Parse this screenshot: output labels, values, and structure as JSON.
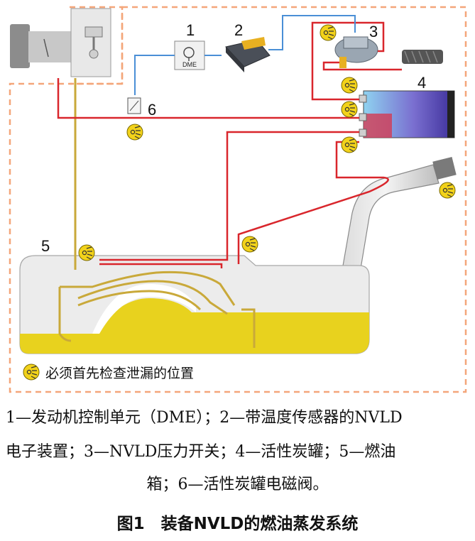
{
  "labels": {
    "n1": "1",
    "n2": "2",
    "n3": "3",
    "n4": "4",
    "n5": "5",
    "n6": "6",
    "dme": "DME"
  },
  "legend": {
    "text": "必须首先检查泄漏的位置"
  },
  "caption": {
    "line1": "1—发动机控制单元（DME）；2—带温度传感器的NVLD",
    "line2": "电子装置；3—NVLD压力开关；4—活性炭罐；5—燃油",
    "line3": "箱；6—活性炭罐电磁阀。"
  },
  "figure_title": "图1　装备NVLD的燃油蒸发系统",
  "colors": {
    "dashed_frame": "#f4a67a",
    "red_line": "#d9262c",
    "blue_line": "#4a8fd6",
    "fuel_yellow": "#e8d21e",
    "vapor_line": "#c9a93a",
    "tank_body": "#ececec",
    "warning_icon": "#f2d21a"
  }
}
